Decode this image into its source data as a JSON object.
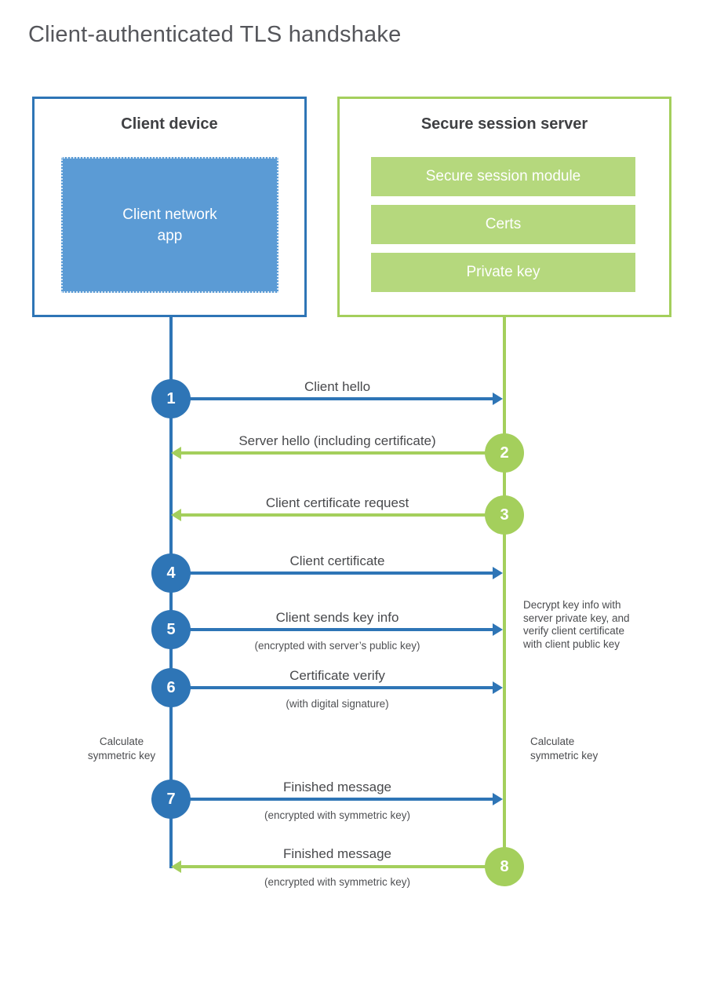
{
  "title": "Client-authenticated TLS handshake",
  "colors": {
    "blue": "#2e75b6",
    "blue_fill": "#5b9bd5",
    "green": "#a4cf5c",
    "green_fill": "#b5d87d"
  },
  "client": {
    "title": "Client device",
    "app_label": "Client network\napp"
  },
  "server": {
    "title": "Secure session server",
    "modules": [
      "Secure session module",
      "Certs",
      "Private key"
    ]
  },
  "steps": [
    {
      "number": "1",
      "label": "Client hello",
      "direction": "client-to-server"
    },
    {
      "number": "2",
      "label": "Server hello (including certificate)",
      "direction": "server-to-client"
    },
    {
      "number": "3",
      "label": "Client certificate request",
      "direction": "server-to-client"
    },
    {
      "number": "4",
      "label": "Client certificate",
      "direction": "client-to-server"
    },
    {
      "number": "5",
      "label": "Client sends key info",
      "sublabel": "(encrypted with server’s public key)",
      "direction": "client-to-server"
    },
    {
      "number": "6",
      "label": "Certificate verify",
      "sublabel": "(with digital signature)",
      "direction": "client-to-server"
    },
    {
      "number": "7",
      "label": "Finished message",
      "sublabel": "(encrypted with symmetric key)",
      "direction": "client-to-server"
    },
    {
      "number": "8",
      "label": "Finished message",
      "sublabel": "(encrypted with symmetric key)",
      "direction": "server-to-client"
    }
  ],
  "notes": {
    "decrypt": "Decrypt key info with\nserver private key, and\nverify client certificate\nwith client public key",
    "calc_client": "Calculate\nsymmetric key",
    "calc_server": "Calculate\nsymmetric key"
  }
}
